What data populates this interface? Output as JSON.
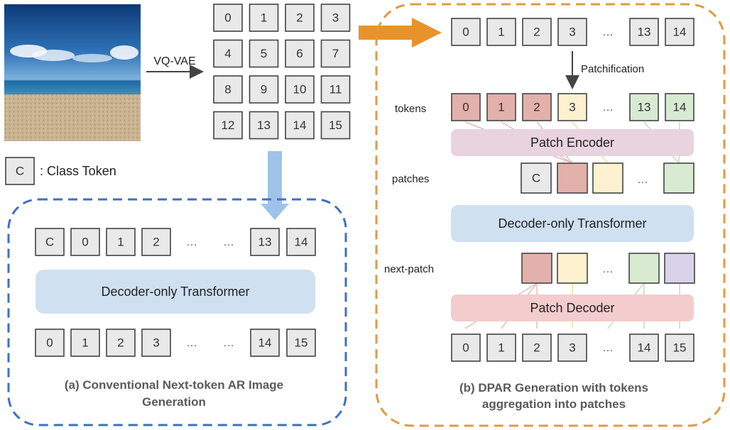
{
  "colors": {
    "token_fill": "#e9e9e9",
    "red_fill": "#e3b1ab",
    "yellow_fill": "#fdf1cf",
    "green_fill": "#d8ebd2",
    "purple_fill": "#d9d3ea",
    "bar_blue": "#cfe0f1",
    "bar_pink": "#e8d3de",
    "bar_red": "#f3cccd",
    "blue_dash": "#3f6fc6",
    "orange_dash": "#e39a3f",
    "blue_arrow": "#9fc3e8",
    "orange_arrow": "#e8922c"
  },
  "left": {
    "vqvae_label": "VQ-VAE",
    "grid_tokens": [
      "0",
      "1",
      "2",
      "3",
      "4",
      "5",
      "6",
      "7",
      "8",
      "9",
      "10",
      "11",
      "12",
      "13",
      "14",
      "15"
    ],
    "legend_token": "C",
    "legend_label": ": Class Token",
    "input_tokens": [
      "C",
      "0",
      "1",
      "2",
      "13",
      "14"
    ],
    "output_tokens": [
      "0",
      "1",
      "2",
      "3",
      "14",
      "15"
    ],
    "ellipsis": "…",
    "transformer_label": "Decoder-only Transformer",
    "caption_line1": "(a)  Conventional Next-token AR Image",
    "caption_line2": "Generation"
  },
  "right": {
    "top_tokens": [
      "0",
      "1",
      "2",
      "3",
      "13",
      "14"
    ],
    "patchification_label": "Patchification",
    "row_label_tokens": "tokens",
    "row_label_patches": "patches",
    "row_label_next": "next-patch",
    "colored_tokens": [
      "0",
      "1",
      "2",
      "3",
      "13",
      "14"
    ],
    "patch_encoder_label": "Patch Encoder",
    "class_token": "C",
    "transformer_label": "Decoder-only Transformer",
    "patch_decoder_label": "Patch Decoder",
    "bottom_tokens": [
      "0",
      "1",
      "2",
      "3",
      "14",
      "15"
    ],
    "ellipsis": "…",
    "caption_line1": "(b) DPAR Generation with tokens",
    "caption_line2": "aggregation into patches"
  }
}
